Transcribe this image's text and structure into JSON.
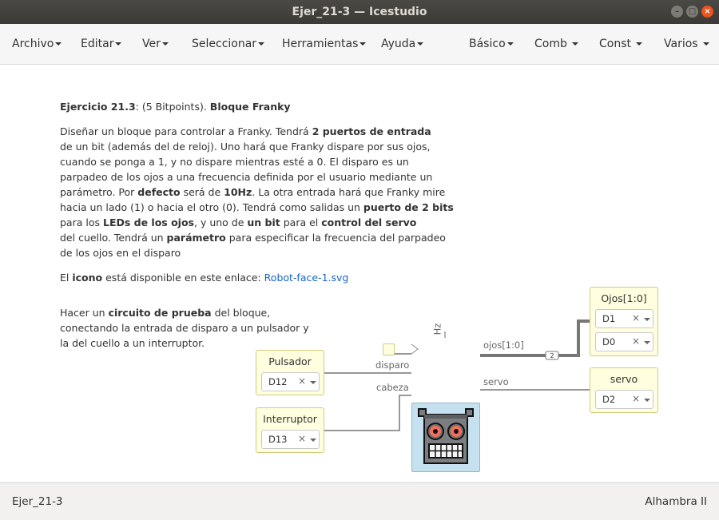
{
  "window": {
    "title": "Ejer_21-3 — Icestudio"
  },
  "menubar": {
    "left": [
      "Archivo",
      "Editar",
      "Ver",
      "Seleccionar",
      "Herramientas",
      "Ayuda"
    ],
    "right": [
      "Básico",
      "Comb",
      "Const",
      "Varios"
    ]
  },
  "exercise": {
    "heading_bold": "Ejercicio 21.3",
    "heading_mid": ": (5 Bitpoints). ",
    "heading_title": "Bloque Franky",
    "para1": [
      [
        [
          "Diseñar un bloque para controlar a Franky. Tendrá ",
          false
        ],
        [
          "2 puertos de entrada",
          true
        ]
      ],
      [
        [
          "de un bit (además del de reloj). Uno hará que Franky dispare por sus ojos,",
          false
        ]
      ],
      [
        [
          "cuando se ponga a 1, y no dispare mientras esté a 0. El disparo es un",
          false
        ]
      ],
      [
        [
          "parpadeo de los ojos a una frecuencia definida por el usuario mediante un",
          false
        ]
      ],
      [
        [
          "parámetro. Por ",
          false
        ],
        [
          "defecto",
          true
        ],
        [
          " será de ",
          false
        ],
        [
          "10Hz",
          true
        ],
        [
          ". La otra entrada hará que Franky mire",
          false
        ]
      ],
      [
        [
          "hacia un lado (1) o hacia el otro (0). Tendrá como salidas un ",
          false
        ],
        [
          "puerto de 2 bits",
          true
        ]
      ],
      [
        [
          "para los ",
          false
        ],
        [
          "LEDs de los ojos",
          true
        ],
        [
          ", y uno de ",
          false
        ],
        [
          "un bit",
          true
        ],
        [
          " para el ",
          false
        ],
        [
          "control del servo",
          true
        ]
      ],
      [
        [
          "del cuello. Tendrá un ",
          false
        ],
        [
          "parámetro",
          true
        ],
        [
          " para especificar la frecuencia del parpadeo",
          false
        ]
      ],
      [
        [
          "de los ojos en el disparo",
          false
        ]
      ]
    ],
    "icon_pre": "El ",
    "icon_bold": "icono",
    "icon_mid": " está disponible en este enlace: ",
    "icon_link": "Robot-face-1.svg",
    "test": [
      [
        [
          "Hacer un ",
          false
        ],
        [
          "circuito de prueba",
          true
        ],
        [
          " del bloque,",
          false
        ]
      ],
      [
        [
          "conectando la entrada de disparo a un pulsador y",
          false
        ]
      ],
      [
        [
          "la del cuello a un interruptor.",
          false
        ]
      ]
    ]
  },
  "blocks": {
    "pulsador": {
      "name": "Pulsador",
      "value": "D12"
    },
    "interruptor": {
      "name": "Interruptor",
      "value": "D13"
    },
    "ojos": {
      "name": "Ojos[1:0]",
      "values": [
        "D1",
        "D0"
      ]
    },
    "servo": {
      "name": "servo",
      "value": "D2"
    },
    "franky": {
      "param_label": "Hz",
      "in_labels": [
        "disparo",
        "cabeza"
      ],
      "out_labels": [
        "ojos[1:0]",
        "servo"
      ],
      "bus_width": "2"
    },
    "clear_symbol": "×"
  },
  "status": {
    "left": "Ejer_21-3",
    "right": "Alhambra II"
  },
  "colors": {
    "wire": "#777777",
    "bus": "#777777",
    "block_bg": "#ffffe0",
    "module_bg": "#c5e0ee",
    "accent": "#e95420"
  }
}
